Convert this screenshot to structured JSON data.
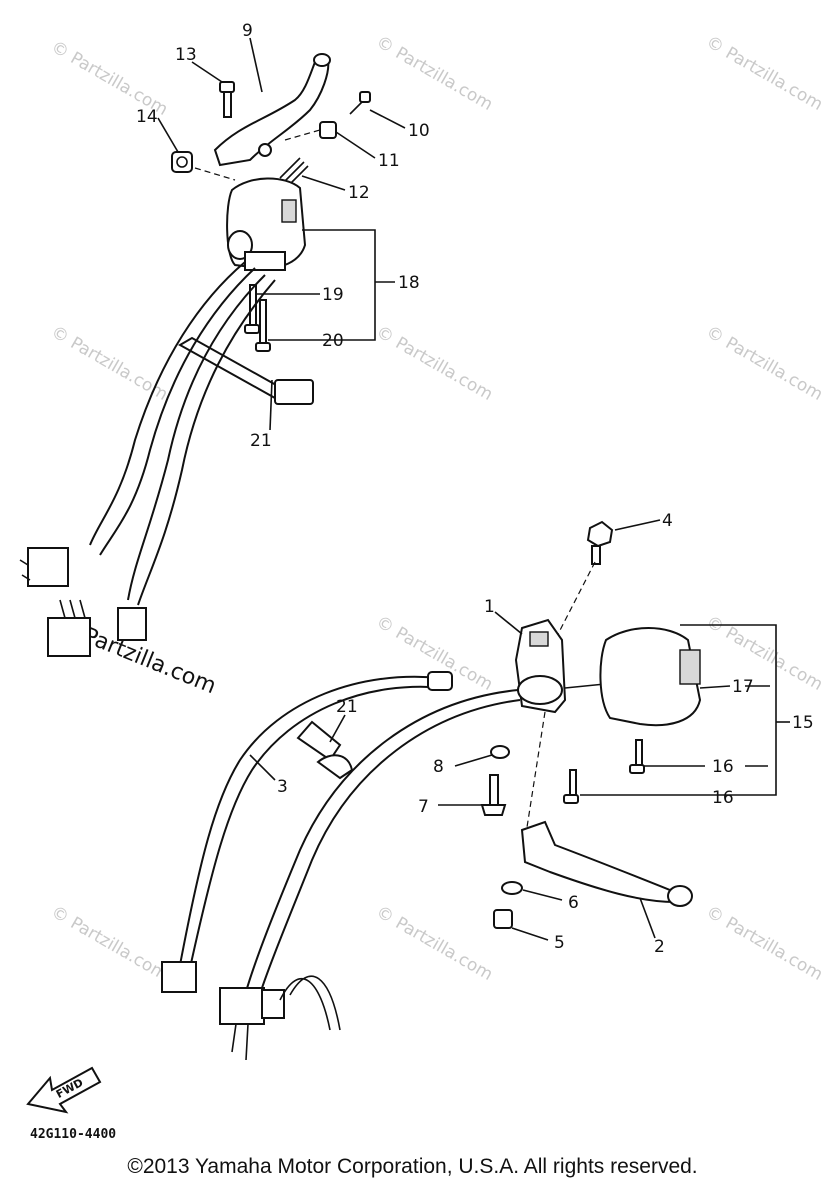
{
  "diagram": {
    "callouts": {
      "c1": "1",
      "c2": "2",
      "c3": "3",
      "c4": "4",
      "c5": "5",
      "c6": "6",
      "c7": "7",
      "c8": "8",
      "c9": "9",
      "c10": "10",
      "c11": "11",
      "c12": "12",
      "c13": "13",
      "c14": "14",
      "c15": "15",
      "c16a": "16",
      "c16b": "16",
      "c17": "17",
      "c18": "18",
      "c19": "19",
      "c20": "20",
      "c21a": "21",
      "c21b": "21"
    },
    "fwd_label": "FWD",
    "part_code": "42G110-4400",
    "watermark": "© Partzilla.com",
    "watermark_strong": "© Partzilla.com"
  },
  "footer": {
    "copyright": "©2013  Yamaha Motor Corporation, U.S.A. All rights reserved."
  }
}
